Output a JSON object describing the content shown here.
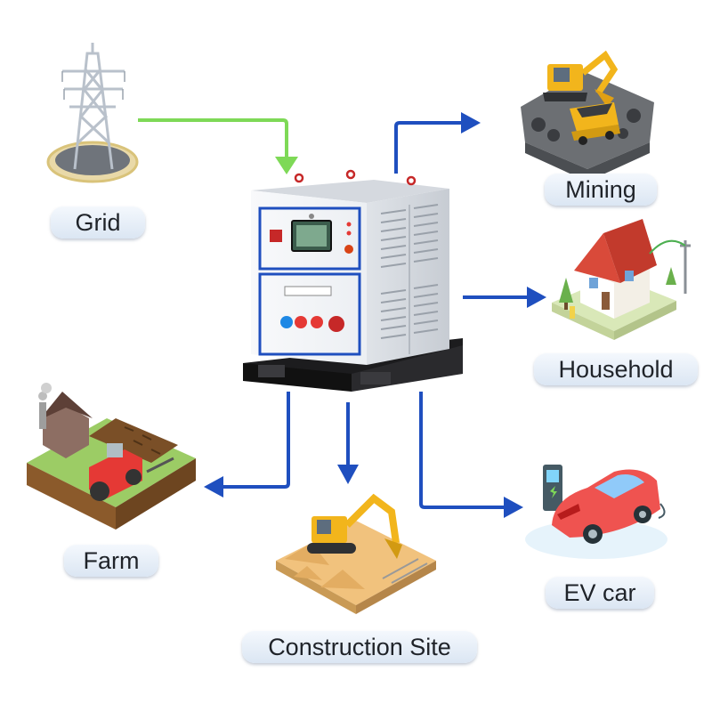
{
  "colors": {
    "input_arrow": "#7ed957",
    "output_arrow": "#1f4fbf",
    "label_bg_top": "#f4f8fd",
    "label_bg_bottom": "#dbe6f3",
    "label_text": "#1f2329"
  },
  "nodes": {
    "grid": {
      "label": "Grid",
      "icon": "transmission-tower-icon"
    },
    "mining": {
      "label": "Mining",
      "icon": "mining-excavator-icon"
    },
    "household": {
      "label": "Household",
      "icon": "house-icon"
    },
    "farm": {
      "label": "Farm",
      "icon": "farm-tractor-icon"
    },
    "construction": {
      "label": "Construction Site",
      "icon": "construction-excavator-icon"
    },
    "ev_car": {
      "label": "EV car",
      "icon": "ev-car-charger-icon"
    }
  },
  "center_device": {
    "icon": "energy-storage-cabinet-icon"
  }
}
